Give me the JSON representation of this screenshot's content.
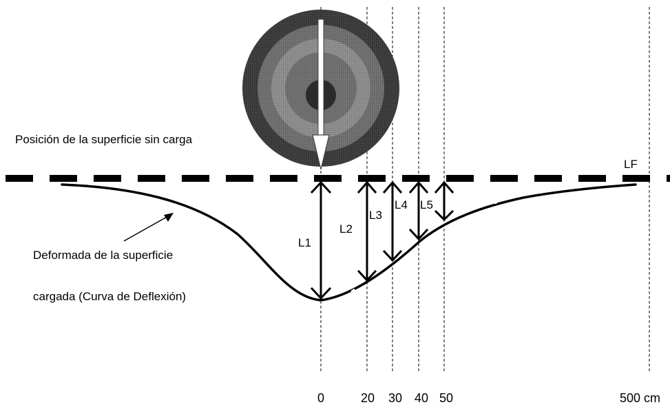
{
  "labels": {
    "unloaded_surface": "Posición de la superficie sin carga",
    "deformed_line1": "Deformada de la superficie",
    "deformed_line2": "cargada (Curva de Deflexión)",
    "lf": "LF"
  },
  "deflections": [
    {
      "name": "L1"
    },
    {
      "name": "L2"
    },
    {
      "name": "L3"
    },
    {
      "name": "L4"
    },
    {
      "name": "L5"
    }
  ],
  "axis": {
    "ticks": [
      "0",
      "20",
      "30",
      "40",
      "50",
      "500 cm"
    ]
  },
  "colors": {
    "line": "#000000",
    "wheel_outer": "#3a3a3a",
    "wheel_middle": "#6e6e6e",
    "wheel_inner": "#8c8c8c",
    "wheel_hub": "#2b2b2b",
    "arrow_fill": "#ffffff"
  },
  "icons": {
    "wheel": "wheel-icon",
    "load": "load-arrow-icon"
  }
}
